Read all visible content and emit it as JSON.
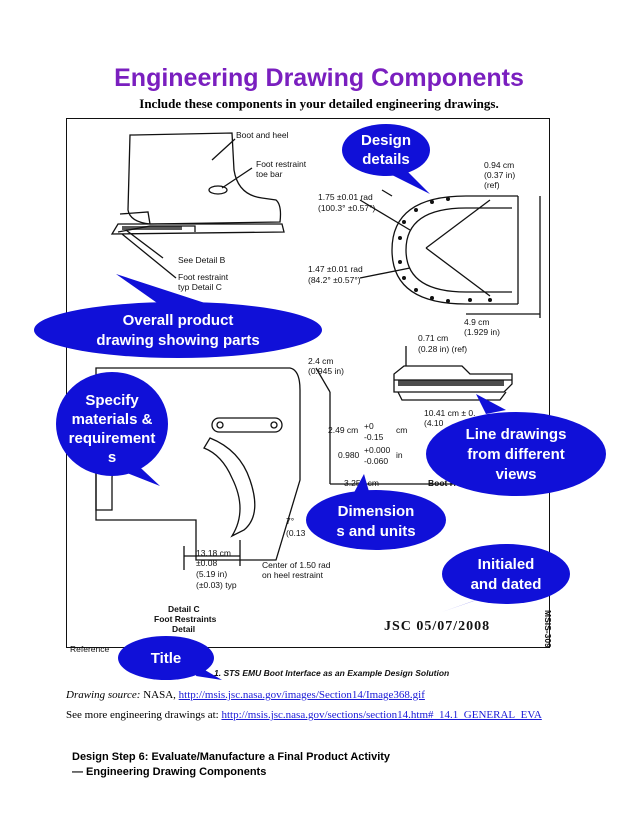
{
  "header": {
    "title": "Engineering Drawing Components",
    "subtitle": "Include these components in your detailed engineering drawings."
  },
  "callouts": {
    "design_details": [
      "Design",
      "details"
    ],
    "overall_product": [
      "Overall product",
      "drawing showing parts"
    ],
    "specify_materials": [
      "Specify",
      "materials &",
      "requirement",
      "s"
    ],
    "line_drawings": [
      "Line drawings",
      "from different",
      "views"
    ],
    "dimensions": [
      "Dimension",
      "s and units"
    ],
    "initialed": [
      "Initialed",
      "and dated"
    ],
    "title": [
      "Title"
    ]
  },
  "drawing_labels": {
    "boot_and_heel": "Boot and heel",
    "toe_bar_1": "Foot restraint",
    "toe_bar_2": "toe bar",
    "see_detail": "See Detail B",
    "typ_detail_1": "Foot restraint",
    "typ_detail_2": "typ Detail C",
    "rad1_1": "1.75 ±0.01 rad",
    "rad1_2": "(100.3° ±0.57°)",
    "rad2_1": "1.47 ±0.01 rad",
    "rad2_2": "(84.2° ±0.57°)",
    "dim_094_1": "0.94 cm",
    "dim_094_2": "(0.37 in)",
    "dim_094_3": "(ref)",
    "dim_49_1": "4.9 cm",
    "dim_49_2": "(1.929 in)",
    "dim_071_1": "0.71 cm",
    "dim_071_2": "(0.28 in) (ref)",
    "dim_24_1": "2.4 cm",
    "dim_24_2": "(0.945 in)",
    "dim_249": "2.49 cm",
    "tol_plus": "+0",
    "tol_minus": "-0.15",
    "tol_cm": "cm",
    "dim_0980": "0.980",
    "tol_plus2": "+0.000",
    "tol_minus2": "-0.060",
    "tol_in": "in",
    "dim_1041_1": "10.41 cm ± 0.",
    "dim_1041_2": "(4.10",
    "dim_3254": "3.254 cm",
    "boot_heel_abbr": "Boot Hee",
    "dim_7": "7°",
    "dim_013": "(0.13",
    "dim_1318_1": "13.18 cm",
    "dim_1318_2": "±0.08",
    "dim_1318_3": "(5.19 in)",
    "dim_1318_4": "(±0.03) typ",
    "center_1": "Center of 1.50 rad",
    "center_2": "on heel restraint",
    "detail_c_1": "Detail C",
    "detail_c_2": "Foot Restraints",
    "detail_c_3": "Detail",
    "reference": "Reference",
    "figure_caption": "1. STS EMU Boot Interface as an Example Design Solution",
    "stamp": "JSC 05/07/2008",
    "msis": "MSIS-309"
  },
  "source": {
    "label": "Drawing source:",
    "org": "NASA,",
    "url": "http://msis.jsc.nasa.gov/images/Section14/Image368.gif"
  },
  "more": {
    "label": "See more engineering drawings at:",
    "url": "http://msis.jsc.nasa.gov/sections/section14.htm#_14.1_GENERAL_EVA"
  },
  "footer": {
    "line1": "Design Step 6: Evaluate/Manufacture a Final Product Activity",
    "line2": "— Engineering Drawing Components"
  },
  "colors": {
    "title": "#7a1fbf",
    "callout_fill": "#1010d8",
    "link": "#1a1ad6"
  }
}
